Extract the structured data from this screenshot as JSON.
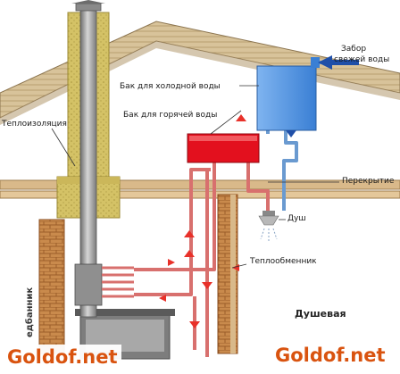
{
  "labels": {
    "cold_tank": "Бак для холодной воды",
    "fresh_intake_line1": "Забор",
    "fresh_intake_line2": "свежей воды",
    "hot_tank": "Бак для горячей воды",
    "insulation": "Теплоизоляция",
    "ceiling": "Перекрытие",
    "shower_head": "Душ",
    "heat_exchanger": "Теплообменник",
    "shower_room": "Душевая",
    "steam_room_partial": "едбанник"
  },
  "watermark": {
    "left": "Goldof.net",
    "right": "Goldof.net"
  },
  "colors": {
    "cold_tank": "#4a8fe0",
    "hot_tank": "#e3101e",
    "hot_pipe": "#d8706e",
    "cold_pipe": "#6a9ad0",
    "arrow_red": "#e8312a",
    "arrow_blue": "#1f4fa8",
    "insulation": "#cbb75a",
    "wood": "#d9b98a",
    "brick": "#c07a3a",
    "chimney": "#9a9a9a",
    "watermark": "#d9530f"
  },
  "icons": [
    "shower-head-icon",
    "flow-arrow-icon"
  ]
}
